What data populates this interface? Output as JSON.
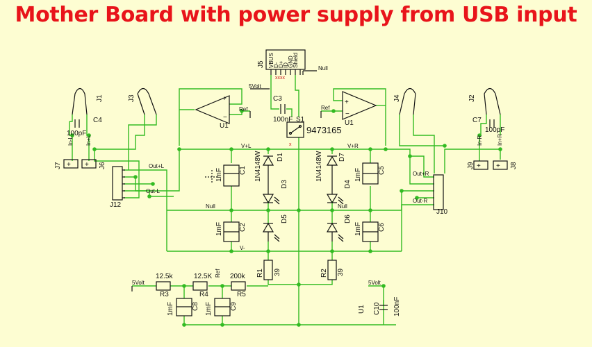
{
  "title": "Mother Board with power supply from  USB input",
  "parts": {
    "J1": "J1",
    "J2": "J2",
    "J3": "J3",
    "J4": "J4",
    "J5": "J5",
    "J6": "J6",
    "J7": "J7",
    "J8": "J8",
    "J9": "J9",
    "J10": "J10",
    "J12": "J12",
    "C1": "C1",
    "C2": "C2",
    "C3": "C3",
    "C4": "C4",
    "C5": "C5",
    "C6": "C6",
    "C7": "C7",
    "C8": "C8",
    "C9": "C9",
    "C10": "C10",
    "D1": "D1",
    "D3": "D3",
    "D4": "D4",
    "D5": "D5",
    "D6": "D6",
    "D7": "D7",
    "R1": "R1",
    "R2": "R2",
    "R3": "R3",
    "R4": "R4",
    "R5": "R5",
    "S1": "S1",
    "U1": "U1"
  },
  "values": {
    "cap_100pf": "100pF",
    "cap_100nf": "100nF",
    "cap_1mf": "1mF",
    "diode": "1N4148W",
    "r_39": "39",
    "r3": "12.5k",
    "r4": "12.5K",
    "r5": "200k",
    "switch_part": "9473165"
  },
  "nets": {
    "five_volt": "5Volt",
    "ref": "Ref",
    "null": "Null",
    "v_plus_l": "V+L",
    "v_plus_r": "V+R",
    "v_minus": "V-",
    "out_plus_l": "Out+L",
    "out_minus_l": "Out-L",
    "out_plus_r": "Out+R",
    "out_minus_r": "Out-R",
    "in_l": "In-L",
    "in_l2": "In+L",
    "in_r": "In-R",
    "in_r2": "In+R"
  },
  "usb_pins": [
    "VBUS",
    "D-",
    "D+",
    "ID",
    "GND",
    "Shield"
  ]
}
